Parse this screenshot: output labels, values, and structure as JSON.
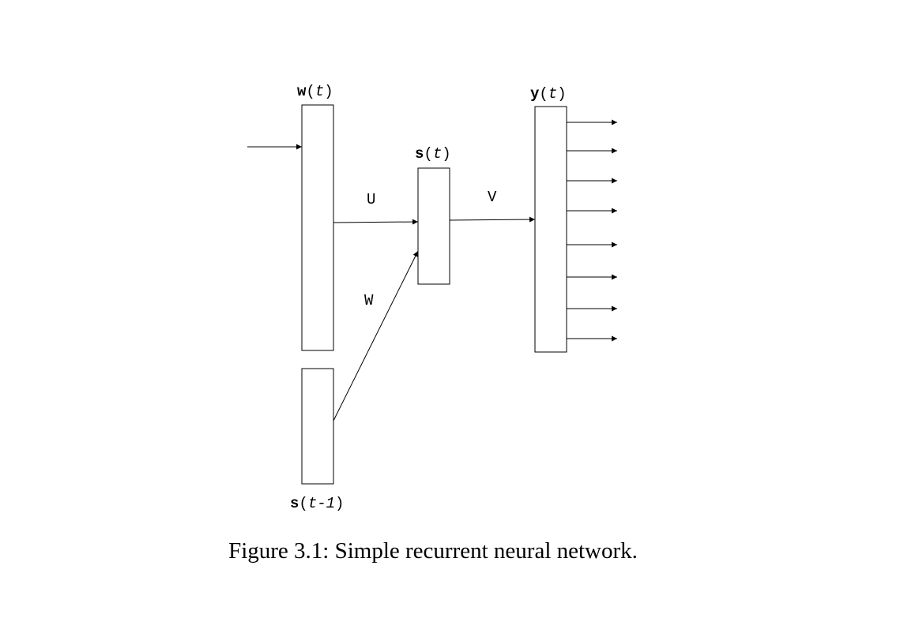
{
  "layers": {
    "input": {
      "symbol": "w",
      "arg": "t"
    },
    "context": {
      "symbol": "s",
      "arg": "t-1"
    },
    "hidden": {
      "symbol": "s",
      "arg": "t"
    },
    "output": {
      "symbol": "y",
      "arg": "t"
    }
  },
  "weights": {
    "input_to_hidden": "U",
    "context_to_hidden": "W",
    "hidden_to_output": "V"
  },
  "output_arrow_count": 8,
  "caption": "Figure 3.1: Simple recurrent neural network."
}
